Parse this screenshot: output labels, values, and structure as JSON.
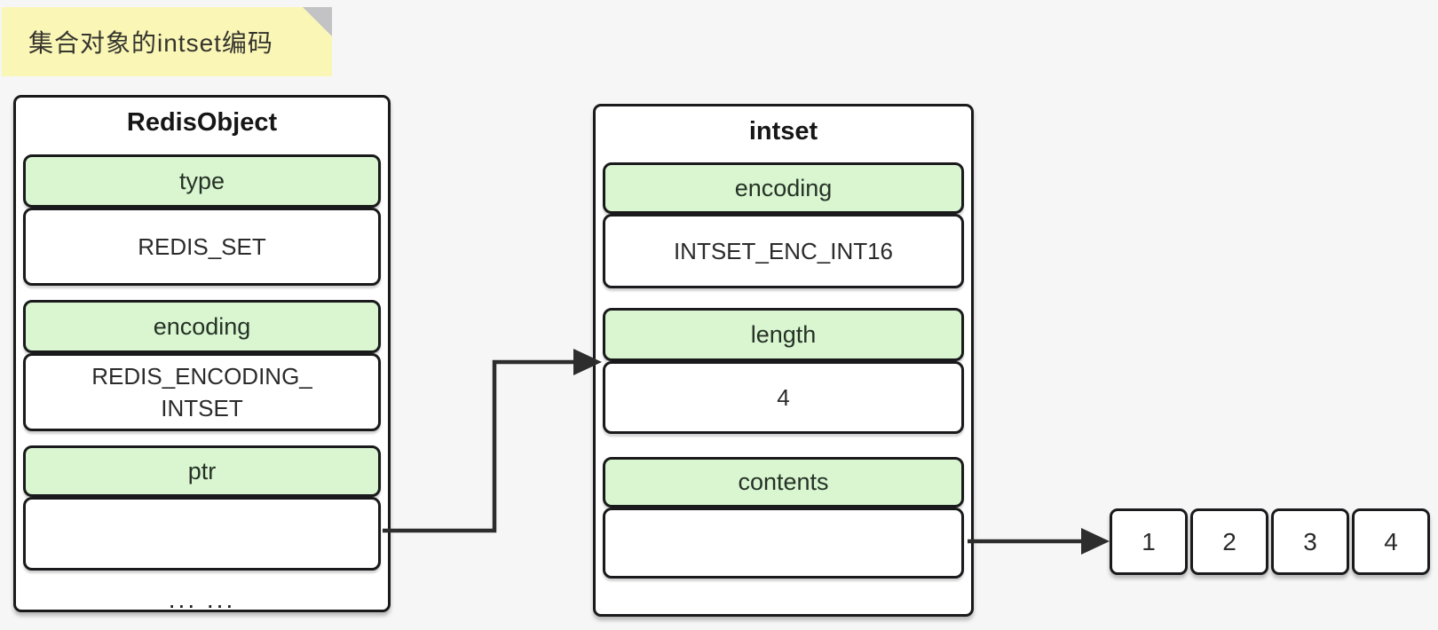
{
  "note": {
    "text": "集合对象的intset编码"
  },
  "colors": {
    "background": "#f6f6f6",
    "note_yellow": "#faf6b6",
    "note_fold_gray": "#c3c3c5",
    "cell_green": "#d9f6d1",
    "box_border": "#1a1a1c",
    "arrow": "#2d2d2d"
  },
  "redis_object": {
    "title": "RedisObject",
    "rows": {
      "type": {
        "label": "type",
        "value": "REDIS_SET"
      },
      "encoding": {
        "label": "encoding",
        "value_line1": "REDIS_ENCODING_",
        "value_line2": "INTSET"
      },
      "ptr": {
        "label": "ptr",
        "value": ""
      }
    },
    "footer": "... ..."
  },
  "intset": {
    "title": "intset",
    "rows": {
      "encoding": {
        "label": "encoding",
        "value": "INTSET_ENC_INT16"
      },
      "length": {
        "label": "length",
        "value": "4"
      },
      "contents": {
        "label": "contents",
        "value": ""
      }
    }
  },
  "array": {
    "items": [
      "1",
      "2",
      "3",
      "4"
    ]
  }
}
